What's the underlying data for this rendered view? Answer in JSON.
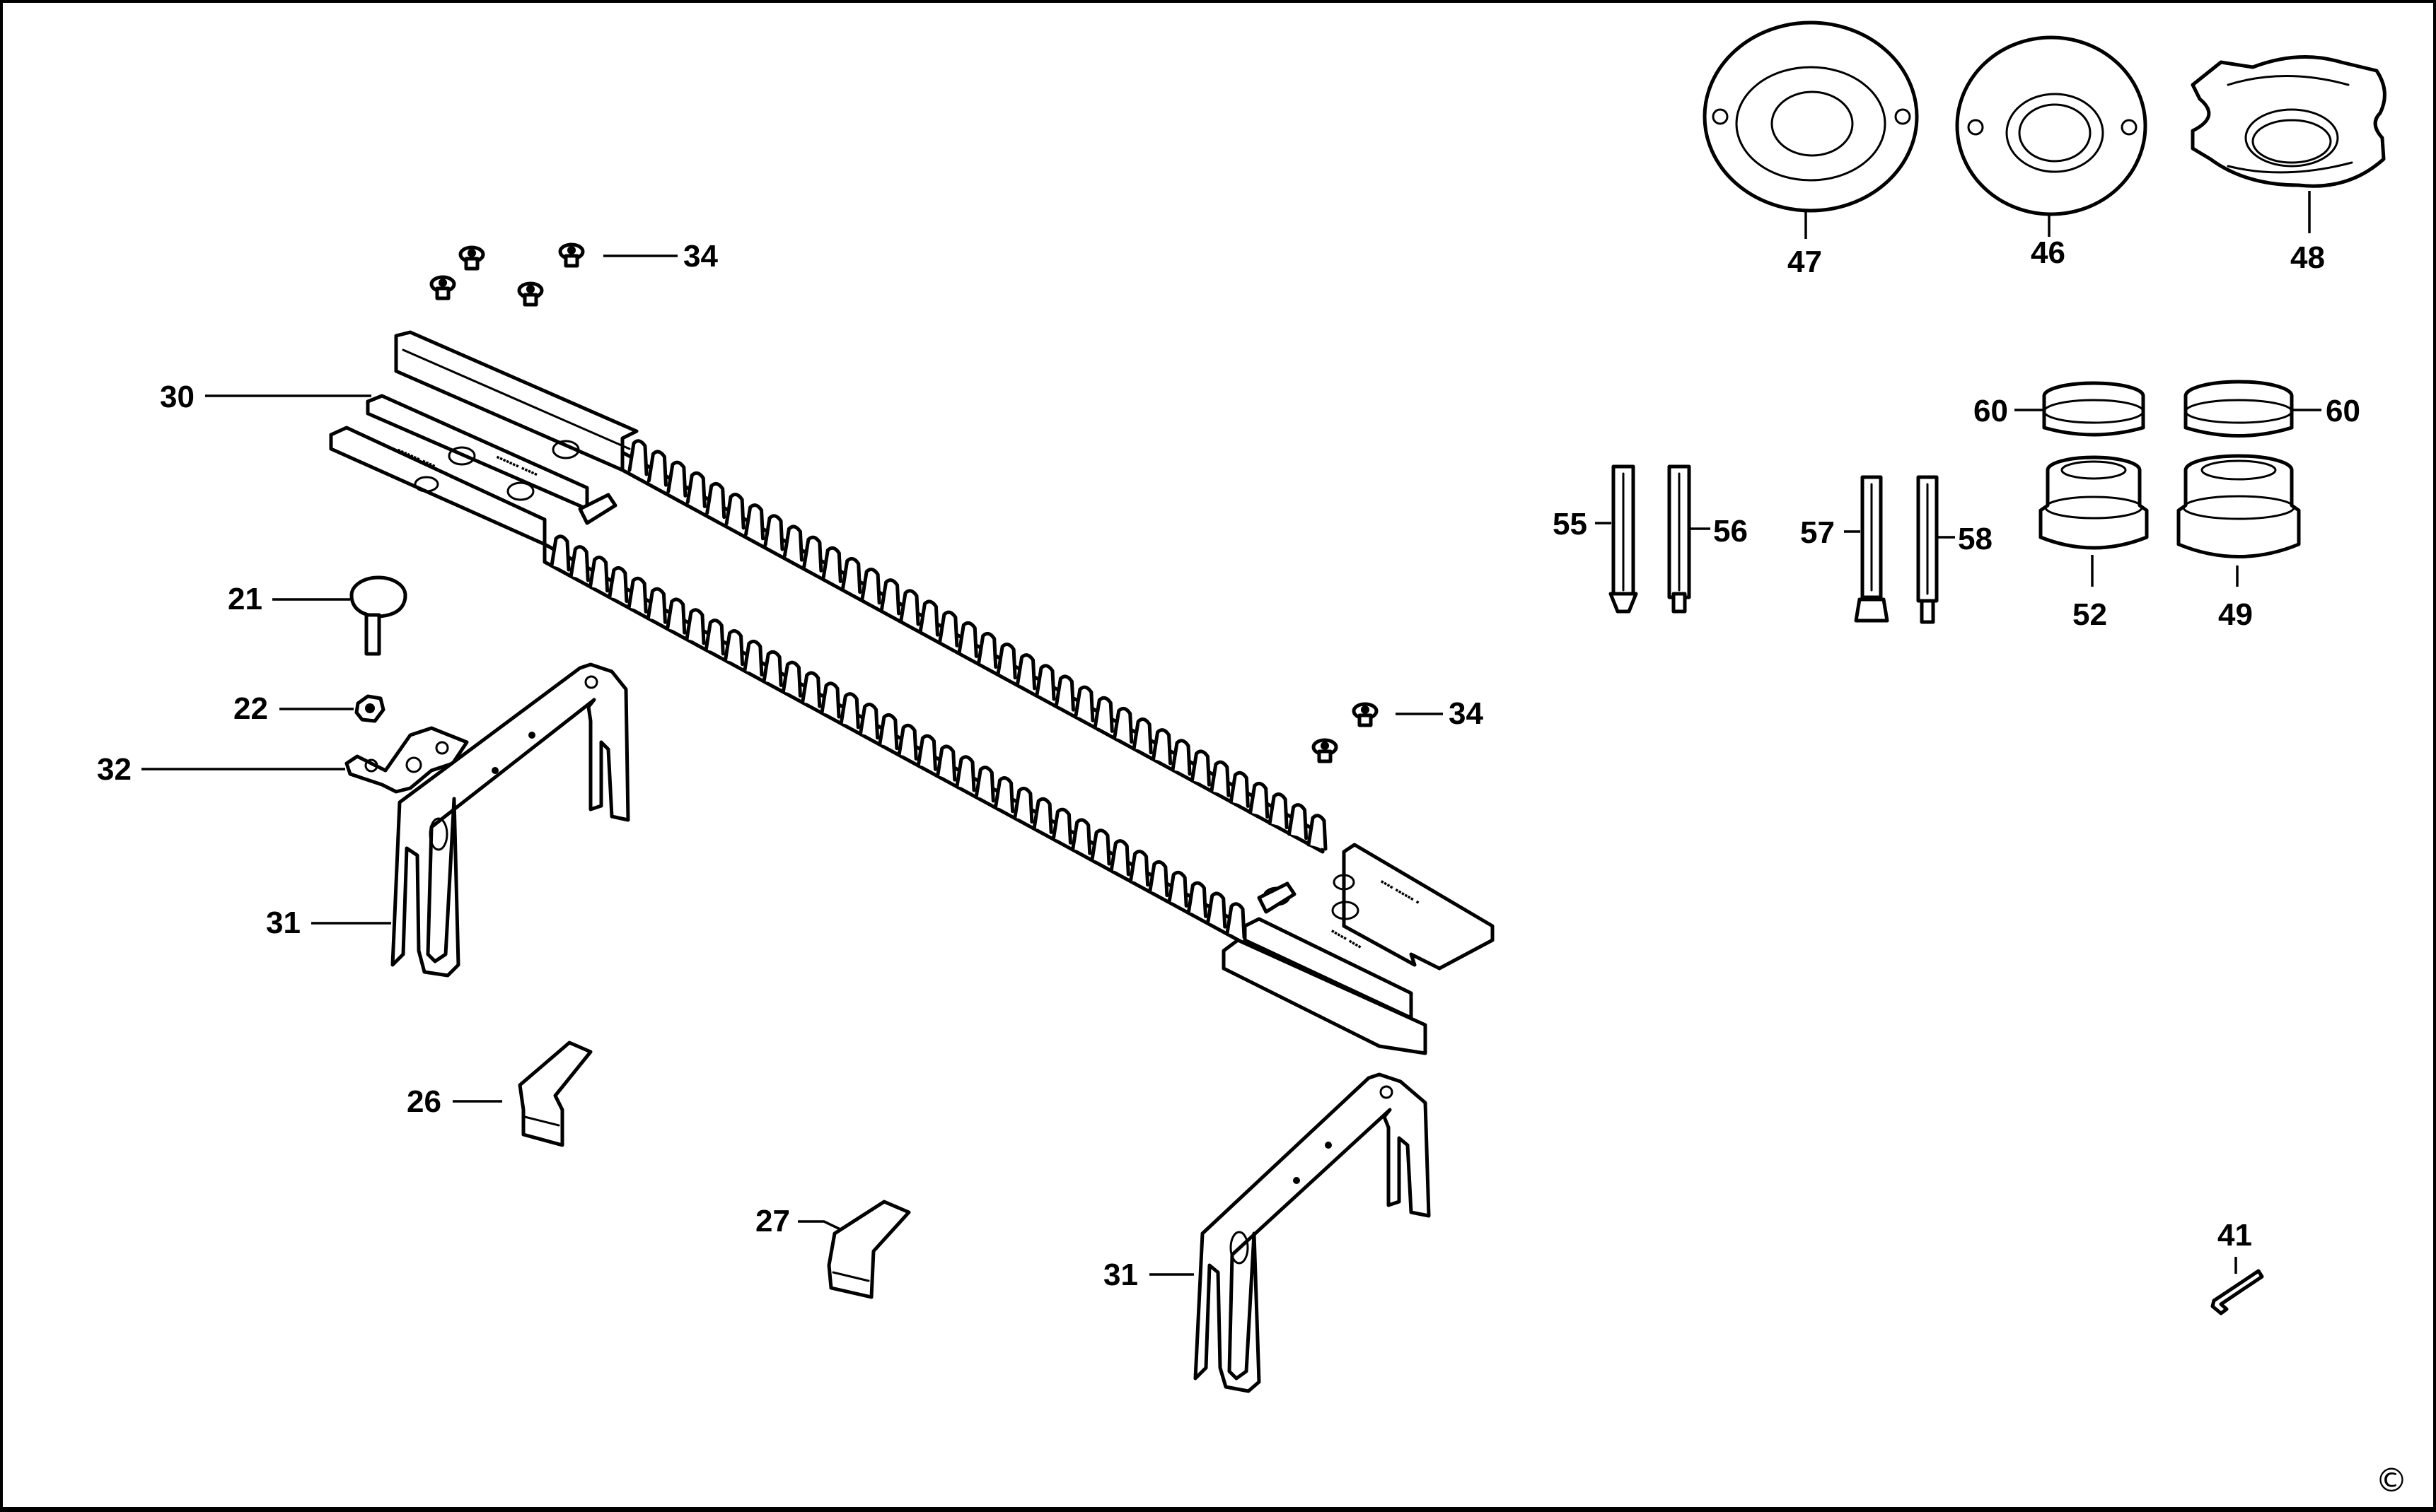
{
  "diagram": {
    "labels": {
      "p21": "21",
      "p22": "22",
      "p26": "26",
      "p27": "27",
      "p30": "30",
      "p31a": "31",
      "p31b": "31",
      "p32": "32",
      "p34a": "34",
      "p34b": "34",
      "p41": "41",
      "p46": "46",
      "p47": "47",
      "p48": "48",
      "p49": "49",
      "p52": "52",
      "p55": "55",
      "p56": "56",
      "p57": "57",
      "p58": "58",
      "p60a": "60",
      "p60b": "60"
    },
    "copyright": "©"
  }
}
